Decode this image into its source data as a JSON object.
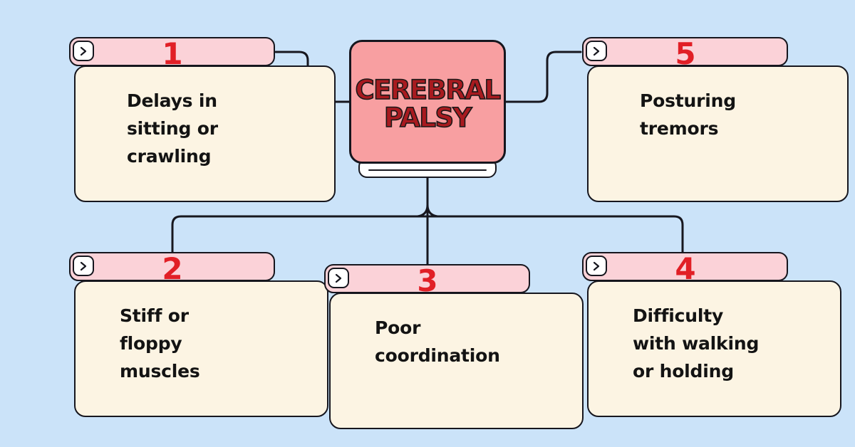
{
  "diagram": {
    "center": {
      "title": "CEREBRAL\nPALSY"
    },
    "cards": [
      {
        "number": "1",
        "text": "Delays in\nsitting or\ncrawling",
        "icon": "chevron-right"
      },
      {
        "number": "2",
        "text": "Stiff or\nfloppy\nmuscles",
        "icon": "chevron-right"
      },
      {
        "number": "3",
        "text": "Poor\ncoordination",
        "icon": "chevron-right"
      },
      {
        "number": "4",
        "text": "Difficulty\nwith walking\nor holding",
        "icon": "chevron-right"
      },
      {
        "number": "5",
        "text": "Posturing\ntremors",
        "icon": "chevron-right"
      }
    ],
    "colors": {
      "background": "#cbe3f9",
      "card_header_pink": "#fbd2d8",
      "card_body_cream": "#fcf4e3",
      "center_box_salmon": "#f89fa1",
      "number_red": "#e11f26",
      "title_red": "#a81a1f",
      "outline_black": "#16161e"
    }
  }
}
